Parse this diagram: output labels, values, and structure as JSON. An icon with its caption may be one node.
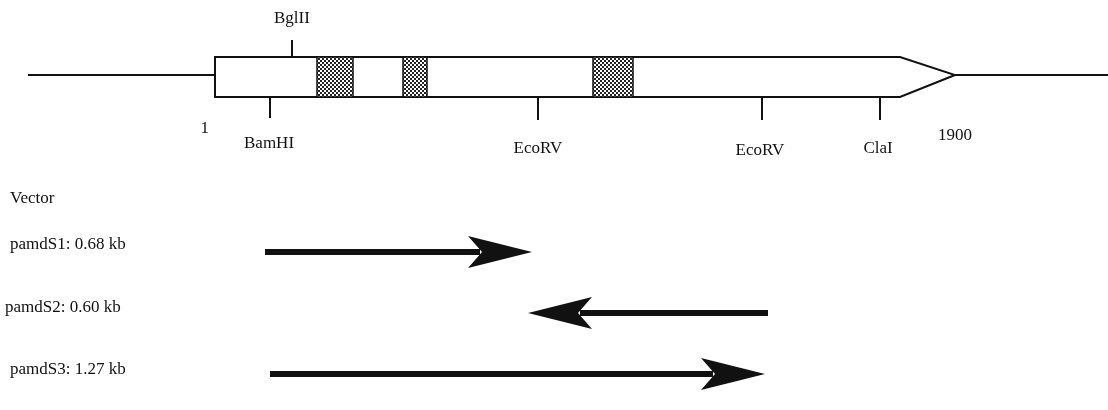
{
  "diagram": {
    "labels": [
      "BglII",
      "1",
      "BamHI",
      "EcoRV",
      "EcoRV",
      "ClaI",
      "1900",
      "Vector",
      "pamdS1: 0.68 kb",
      "pamdS2: 0.60 kb",
      "pamdS3: 1.27 kb"
    ]
  }
}
